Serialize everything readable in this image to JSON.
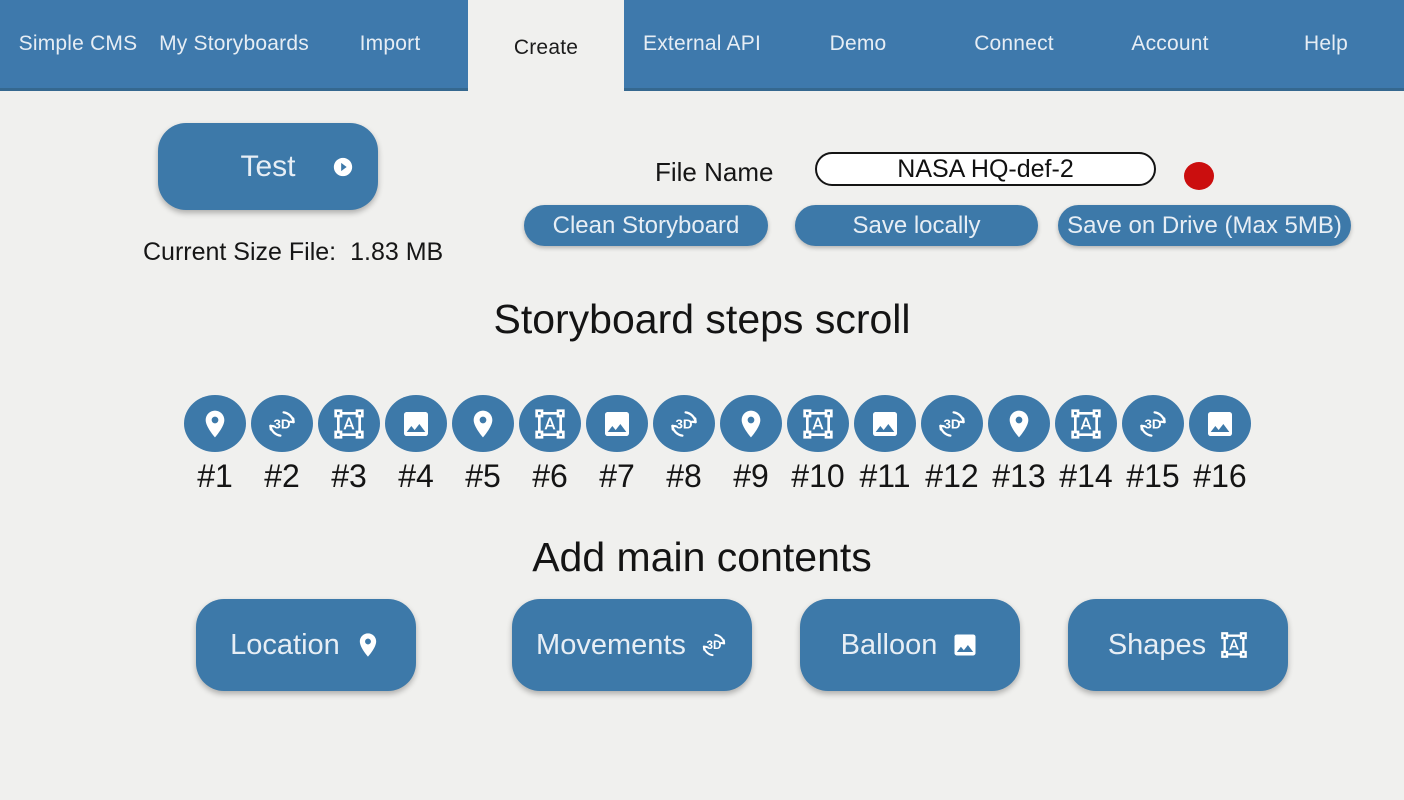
{
  "colors": {
    "primary": "#3d79a9",
    "nav": "#3e79ac",
    "background": "#f0f0ee",
    "red_dot": "#cb0e0e"
  },
  "nav": {
    "items": [
      {
        "label": "Simple CMS",
        "active": false
      },
      {
        "label": "My Storyboards",
        "active": false
      },
      {
        "label": "Import",
        "active": false
      },
      {
        "label": "Create",
        "active": true
      },
      {
        "label": "External API",
        "active": false
      },
      {
        "label": "Demo",
        "active": false
      },
      {
        "label": "Connect",
        "active": false
      },
      {
        "label": "Account",
        "active": false
      },
      {
        "label": "Help",
        "active": false
      }
    ]
  },
  "toolbar": {
    "test_label": "Test",
    "size_label": "Current Size File:",
    "size_value": "1.83 MB",
    "file_name_label": "File Name",
    "file_name_value": "NASA HQ-def-2",
    "clean_label": "Clean Storyboard",
    "save_local_label": "Save locally",
    "save_drive_label": "Save on Drive (Max 5MB)"
  },
  "steps": {
    "heading": "Storyboard steps scroll",
    "items": [
      {
        "label": "#1",
        "icon": "place"
      },
      {
        "label": "#2",
        "icon": "3d"
      },
      {
        "label": "#3",
        "icon": "shapes"
      },
      {
        "label": "#4",
        "icon": "image"
      },
      {
        "label": "#5",
        "icon": "place"
      },
      {
        "label": "#6",
        "icon": "shapes"
      },
      {
        "label": "#7",
        "icon": "image"
      },
      {
        "label": "#8",
        "icon": "3d"
      },
      {
        "label": "#9",
        "icon": "place"
      },
      {
        "label": "#10",
        "icon": "shapes"
      },
      {
        "label": "#11",
        "icon": "image"
      },
      {
        "label": "#12",
        "icon": "3d"
      },
      {
        "label": "#13",
        "icon": "place"
      },
      {
        "label": "#14",
        "icon": "shapes"
      },
      {
        "label": "#15",
        "icon": "3d"
      },
      {
        "label": "#16",
        "icon": "image"
      }
    ]
  },
  "contents": {
    "heading": "Add main contents",
    "buttons": [
      {
        "label": "Location",
        "icon": "place"
      },
      {
        "label": "Movements",
        "icon": "3d"
      },
      {
        "label": "Balloon",
        "icon": "image"
      },
      {
        "label": "Shapes",
        "icon": "shapes"
      }
    ]
  }
}
